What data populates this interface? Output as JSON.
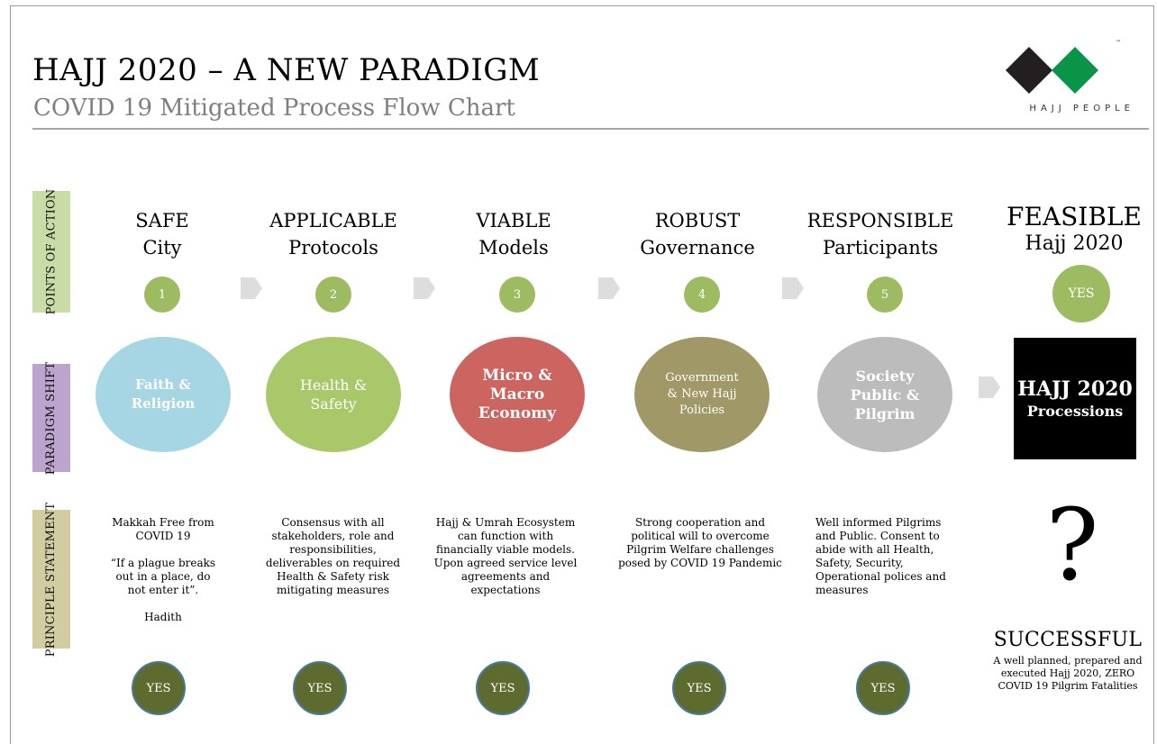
{
  "header": {
    "title": "HAJJ 2020 – A NEW PARADIGM",
    "subtitle": "COVID 19 Mitigated Process Flow Chart",
    "logo_text": "HAJJ PEOPLE",
    "logo_tm": "™"
  },
  "row_labels": {
    "action": "POINTS OF ACTION",
    "shift": "PARADIGM SHIFT",
    "principle": "PRINCIPLE STATEMENT"
  },
  "columns": [
    {
      "heading_1": "SAFE",
      "heading_2": "City",
      "number": "1",
      "bubble": [
        "Faith &",
        "Religion"
      ],
      "statement": "Makkah Free from\nCOVID 19\n\n“If a plague breaks\nout in a place, do\nnot enter it”.\n\nHadith",
      "result": "YES"
    },
    {
      "heading_1": "APPLICABLE",
      "heading_2": "Protocols",
      "number": "2",
      "bubble": [
        "Health &",
        "Safety"
      ],
      "statement": "Consensus with all\nstakeholders, role and\nresponsibilities,\ndeliverables on required\nHealth & Safety risk\nmitigating measures",
      "result": "YES"
    },
    {
      "heading_1": "VIABLE",
      "heading_2": "Models",
      "number": "3",
      "bubble": [
        "Micro &",
        "Macro",
        "Economy"
      ],
      "statement": "Hajj & Umrah Ecosystem\ncan function with\nfinancially viable models.\nUpon agreed service level\nagreements and\nexpectations",
      "result": "YES"
    },
    {
      "heading_1": "ROBUST",
      "heading_2": "Governance",
      "number": "4",
      "bubble": [
        "Government",
        "& New Hajj",
        "Policies"
      ],
      "statement": "Strong cooperation and\npolitical will to overcome\nPilgrim Welfare challenges\nposed by COVID 19 Pandemic",
      "result": "YES"
    },
    {
      "heading_1": "RESPONSIBLE",
      "heading_2": "Participants",
      "number": "5",
      "bubble": [
        "Society",
        "Public &",
        "Pilgrim"
      ],
      "statement": "Well informed Pilgrims\nand Public. Consent to\nabide with all Health,\nSafety, Security,\nOperational polices and\nmeasures",
      "result": "YES"
    }
  ],
  "final": {
    "heading_1": "FEASIBLE",
    "heading_2": "Hajj 2020",
    "badge": "YES",
    "box_title": "HAJJ 2020",
    "box_subtitle": "Processions",
    "question": "?",
    "outcome": "SUCCESSFUL",
    "outcome_desc": "A well planned, prepared and\nexecuted Hajj 2020, ZERO\nCOVID 19 Pilgrim Fatalities"
  },
  "colors": {
    "number_circle": "#9dbb61",
    "yes_circle": "#5e6b2e",
    "faith": "#a6d6e3",
    "health": "#a9c86a",
    "economy": "#cc6460",
    "government": "#a09866",
    "society": "#bcbcbc",
    "logo_dark": "#231f20",
    "logo_green": "#0a9447"
  }
}
